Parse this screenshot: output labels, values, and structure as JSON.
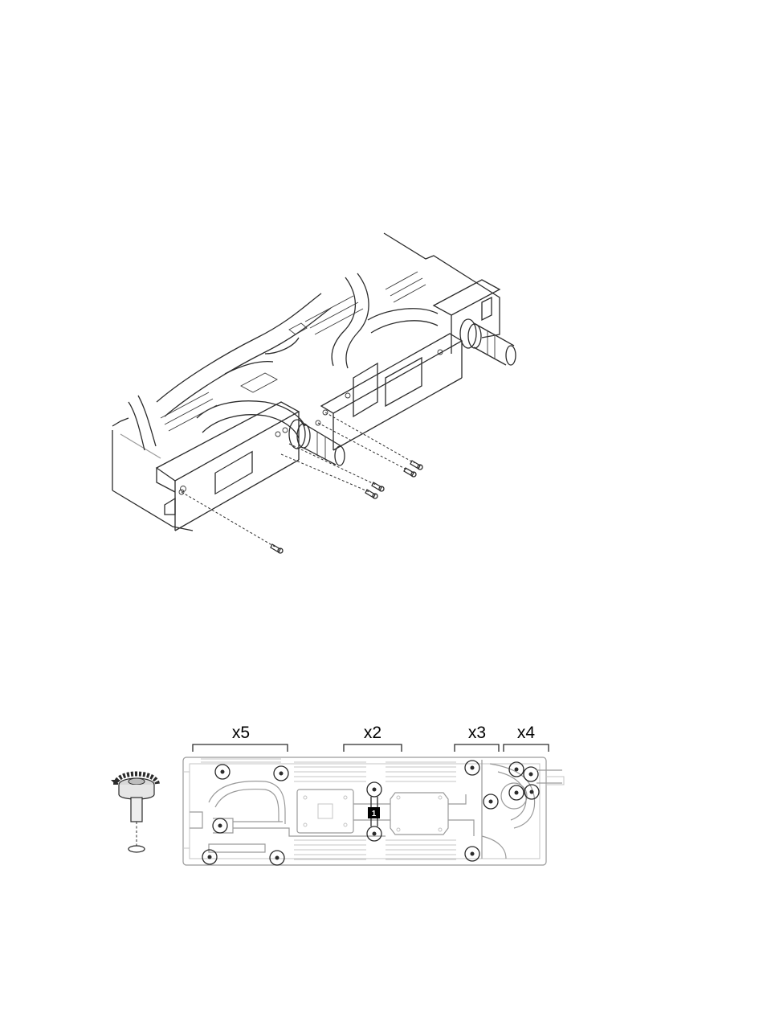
{
  "top_figure": {
    "screws": [
      {
        "name": "screw-1"
      },
      {
        "name": "screw-2"
      },
      {
        "name": "screw-3"
      },
      {
        "name": "screw-4"
      },
      {
        "name": "screw-5"
      }
    ]
  },
  "bottom_figure": {
    "groups": [
      {
        "label": "x5"
      },
      {
        "label": "x2"
      },
      {
        "label": "x3"
      },
      {
        "label": "x4"
      }
    ],
    "marker_label": "1",
    "icon": "torx-screwdriver-loosen-icon"
  },
  "colors": {
    "line": "#2b2b2b",
    "grey": "#9a9a9a",
    "marker": "#000000"
  }
}
